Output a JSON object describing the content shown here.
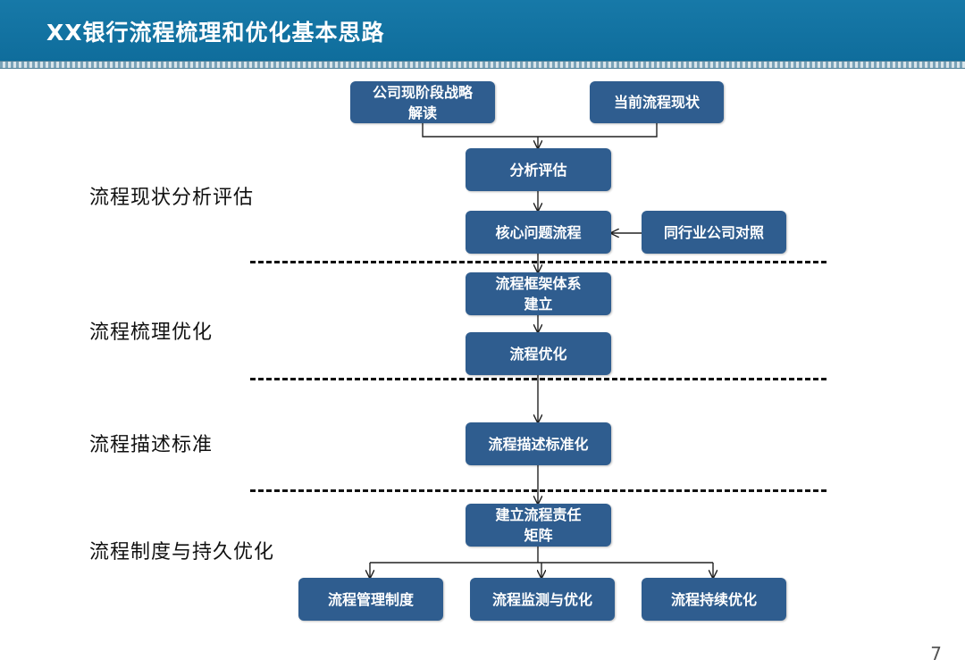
{
  "slide": {
    "title": "XX银行流程梳理和优化基本思路",
    "page_number": "7"
  },
  "phases": [
    {
      "id": "assessment",
      "label": "流程现状分析评估"
    },
    {
      "id": "optimization",
      "label": "流程梳理优化"
    },
    {
      "id": "standard",
      "label": "流程描述标准"
    },
    {
      "id": "institution",
      "label": "流程制度与持久优化"
    }
  ],
  "nodes": {
    "strategy": {
      "lines": [
        "公司现阶段战略",
        "解读"
      ]
    },
    "current": {
      "lines": [
        "当前流程现状"
      ]
    },
    "analysis": {
      "lines": [
        "分析评估"
      ]
    },
    "core": {
      "lines": [
        "核心问题流程"
      ]
    },
    "peer": {
      "lines": [
        "同行业公司对照"
      ]
    },
    "framework": {
      "lines": [
        "流程框架体系",
        "建立"
      ]
    },
    "optimize": {
      "lines": [
        "流程优化"
      ]
    },
    "standardize": {
      "lines": [
        "流程描述标准化"
      ]
    },
    "matrix": {
      "lines": [
        "建立流程责任",
        "矩阵"
      ]
    },
    "management": {
      "lines": [
        "流程管理制度"
      ]
    },
    "monitor": {
      "lines": [
        "流程监测与优化"
      ]
    },
    "continuous": {
      "lines": [
        "流程持续优化"
      ]
    }
  },
  "colors": {
    "title_bar": "#1779a8",
    "box_fill": "#2f5d8f",
    "box_text": "#ffffff",
    "connector": "#222222"
  }
}
